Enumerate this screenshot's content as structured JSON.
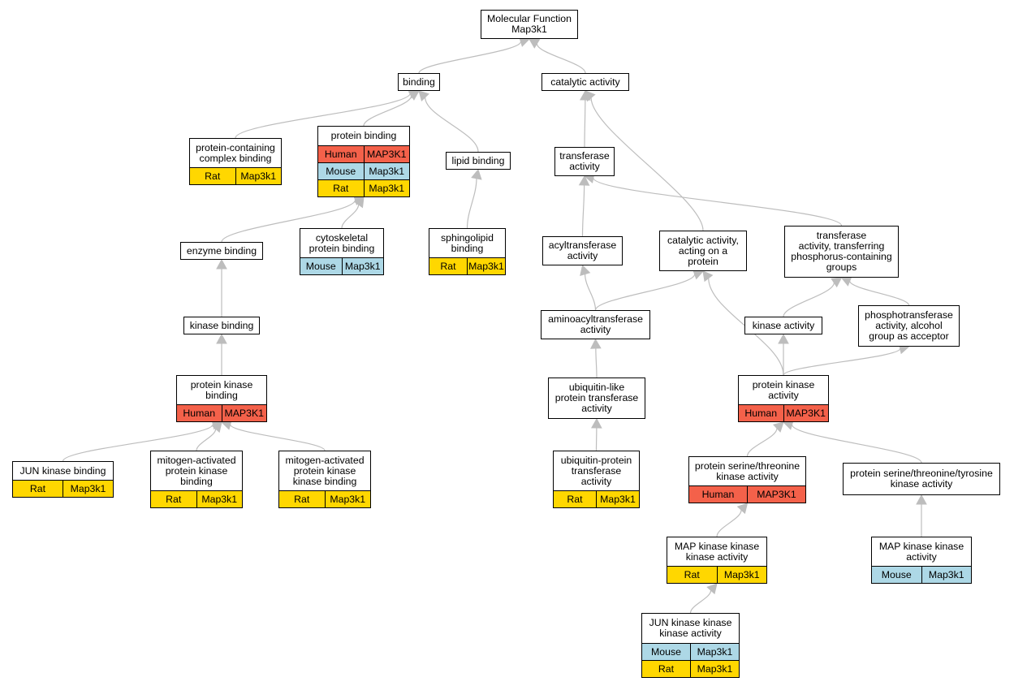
{
  "species_colors": {
    "Human": "#f4614a",
    "Mouse": "#add8e6",
    "Rat": "#ffd700"
  },
  "edge_color": "#bdbdbd",
  "nodes": [
    {
      "id": "mf",
      "label": "Molecular Function\nMap3k1",
      "rows": []
    },
    {
      "id": "binding",
      "label": "binding",
      "rows": []
    },
    {
      "id": "catalytic",
      "label": "catalytic activity",
      "rows": []
    },
    {
      "id": "pcb",
      "label": "protein-containing\ncomplex binding",
      "rows": [
        {
          "species": "Rat",
          "gene": "Map3k1"
        }
      ]
    },
    {
      "id": "pb",
      "label": "protein binding",
      "rows": [
        {
          "species": "Human",
          "gene": "MAP3K1"
        },
        {
          "species": "Mouse",
          "gene": "Map3k1"
        },
        {
          "species": "Rat",
          "gene": "Map3k1"
        }
      ]
    },
    {
      "id": "lipid",
      "label": "lipid binding",
      "rows": []
    },
    {
      "id": "transferase",
      "label": "transferase\nactivity",
      "rows": []
    },
    {
      "id": "cyto",
      "label": "cytoskeletal\nprotein binding",
      "rows": [
        {
          "species": "Mouse",
          "gene": "Map3k1"
        }
      ]
    },
    {
      "id": "sphingo",
      "label": "sphingolipid\nbinding",
      "rows": [
        {
          "species": "Rat",
          "gene": "Map3k1"
        }
      ]
    },
    {
      "id": "enzyme",
      "label": "enzyme binding",
      "rows": []
    },
    {
      "id": "acyl",
      "label": "acyltransferase\nactivity",
      "rows": []
    },
    {
      "id": "cap",
      "label": "catalytic activity,\nacting on a\nprotein",
      "rows": []
    },
    {
      "id": "tphos",
      "label": "transferase\nactivity, transferring\nphosphorus-containing\ngroups",
      "rows": []
    },
    {
      "id": "kbinding",
      "label": "kinase binding",
      "rows": []
    },
    {
      "id": "aminoacyl",
      "label": "aminoacyltransferase\nactivity",
      "rows": []
    },
    {
      "id": "kact",
      "label": "kinase activity",
      "rows": []
    },
    {
      "id": "phosalc",
      "label": "phosphotransferase\nactivity, alcohol\ngroup as acceptor",
      "rows": []
    },
    {
      "id": "pkb",
      "label": "protein kinase\nbinding",
      "rows": [
        {
          "species": "Human",
          "gene": "MAP3K1"
        }
      ]
    },
    {
      "id": "ubl",
      "label": "ubiquitin-like\nprotein transferase\nactivity",
      "rows": []
    },
    {
      "id": "pka",
      "label": "protein kinase\nactivity",
      "rows": [
        {
          "species": "Human",
          "gene": "MAP3K1"
        }
      ]
    },
    {
      "id": "jkb",
      "label": "JUN kinase binding",
      "rows": [
        {
          "species": "Rat",
          "gene": "Map3k1"
        }
      ]
    },
    {
      "id": "mapkb",
      "label": "mitogen-activated\nprotein kinase\nbinding",
      "rows": [
        {
          "species": "Rat",
          "gene": "Map3k1"
        }
      ]
    },
    {
      "id": "mapkkb",
      "label": "mitogen-activated\nprotein kinase\nkinase binding",
      "rows": [
        {
          "species": "Rat",
          "gene": "Map3k1"
        }
      ]
    },
    {
      "id": "ubp",
      "label": "ubiquitin-protein\ntransferase\nactivity",
      "rows": [
        {
          "species": "Rat",
          "gene": "Map3k1"
        }
      ]
    },
    {
      "id": "pst",
      "label": "protein serine/threonine\nkinase activity",
      "rows": [
        {
          "species": "Human",
          "gene": "MAP3K1"
        }
      ]
    },
    {
      "id": "psty",
      "label": "protein serine/threonine/tyrosine\nkinase activity",
      "rows": []
    },
    {
      "id": "mapkkk",
      "label": "MAP kinase kinase\nkinase activity",
      "rows": [
        {
          "species": "Rat",
          "gene": "Map3k1"
        }
      ]
    },
    {
      "id": "mapkk",
      "label": "MAP kinase kinase\nactivity",
      "rows": [
        {
          "species": "Mouse",
          "gene": "Map3k1"
        }
      ]
    },
    {
      "id": "jkkk",
      "label": "JUN kinase kinase\nkinase activity",
      "rows": [
        {
          "species": "Mouse",
          "gene": "Map3k1"
        },
        {
          "species": "Rat",
          "gene": "Map3k1"
        }
      ]
    }
  ],
  "edges": [
    {
      "from": "binding",
      "to": "mf"
    },
    {
      "from": "catalytic",
      "to": "mf"
    },
    {
      "from": "pcb",
      "to": "binding"
    },
    {
      "from": "pb",
      "to": "binding"
    },
    {
      "from": "lipid",
      "to": "binding"
    },
    {
      "from": "transferase",
      "to": "catalytic"
    },
    {
      "from": "cap",
      "to": "catalytic"
    },
    {
      "from": "tphos",
      "to": "transferase"
    },
    {
      "from": "acyl",
      "to": "transferase"
    },
    {
      "from": "enzyme",
      "to": "pb"
    },
    {
      "from": "cyto",
      "to": "pb"
    },
    {
      "from": "sphingo",
      "to": "lipid"
    },
    {
      "from": "kbinding",
      "to": "enzyme"
    },
    {
      "from": "pkb",
      "to": "kbinding"
    },
    {
      "from": "jkb",
      "to": "pkb"
    },
    {
      "from": "mapkb",
      "to": "pkb"
    },
    {
      "from": "mapkkb",
      "to": "pkb"
    },
    {
      "from": "aminoacyl",
      "to": "acyl"
    },
    {
      "from": "aminoacyl",
      "to": "cap"
    },
    {
      "from": "ubl",
      "to": "aminoacyl"
    },
    {
      "from": "ubp",
      "to": "ubl"
    },
    {
      "from": "pka",
      "to": "cap"
    },
    {
      "from": "kact",
      "to": "tphos"
    },
    {
      "from": "phosalc",
      "to": "tphos"
    },
    {
      "from": "pka",
      "to": "kact"
    },
    {
      "from": "pka",
      "to": "phosalc"
    },
    {
      "from": "pst",
      "to": "pka"
    },
    {
      "from": "psty",
      "to": "pka"
    },
    {
      "from": "mapkkk",
      "to": "pst"
    },
    {
      "from": "mapkk",
      "to": "psty"
    },
    {
      "from": "jkkk",
      "to": "mapkkk"
    }
  ]
}
